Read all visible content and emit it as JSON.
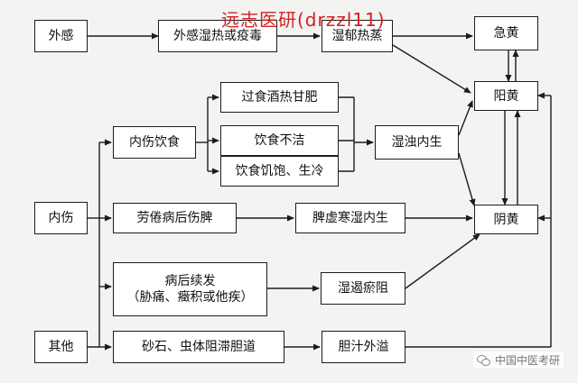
{
  "watermark": "远志医研(drzzl11)",
  "footer": "中国中医考研",
  "nodes": {
    "waigan": "外感",
    "waigan_shire": "外感湿热或疫毒",
    "shiyu_rezheng": "湿郁热蒸",
    "jihuang": "急黄",
    "yanghuang": "阳黄",
    "yinhuang": "阴黄",
    "neishang": "内伤",
    "neishang_yinshi": "内伤饮食",
    "guoshi": "过食酒热甘肥",
    "yinshi_bujie": "饮食不洁",
    "yinshi_jibao": "饮食饥饱、生冷",
    "shizhuo": "湿浊内生",
    "laojuan": "劳倦病后伤脾",
    "pixu": "脾虚寒湿内生",
    "binghou_line1": "病后续发",
    "binghou_line2": "（胁痛、癥积或他疾）",
    "shiyu_yuzu": "湿遏瘀阻",
    "qita": "其他",
    "shashi": "砂石、虫体阻滞胆道",
    "danzhi": "胆汁外溢"
  }
}
